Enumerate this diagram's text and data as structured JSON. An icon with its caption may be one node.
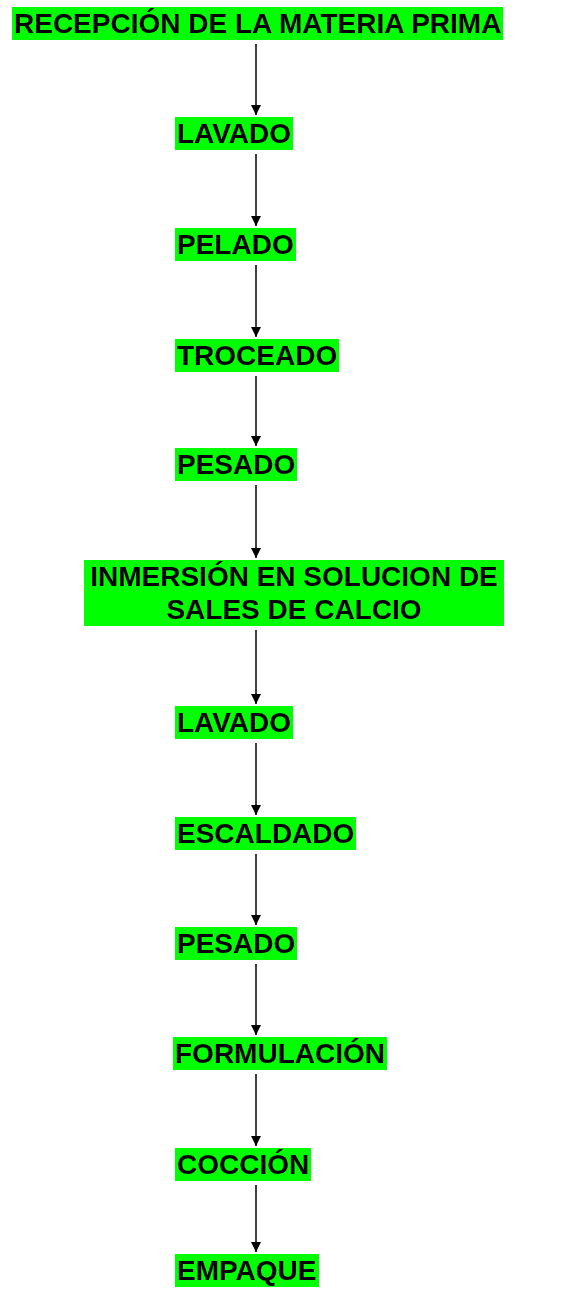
{
  "diagram": {
    "nodes": [
      {
        "text": [
          "RECEPCIÓN DE LA MATERIA PRIMA"
        ]
      },
      {
        "text": [
          "LAVADO"
        ]
      },
      {
        "text": [
          "PELADO"
        ]
      },
      {
        "text": [
          "TROCEADO"
        ]
      },
      {
        "text": [
          "PESADO"
        ]
      },
      {
        "text": [
          "INMERSIÓN EN SOLUCION DE SALES DE CALCIO"
        ]
      },
      {
        "text": [
          "LAVADO"
        ]
      },
      {
        "text": [
          "ESCALDADO"
        ]
      },
      {
        "text": [
          "PESADO"
        ]
      },
      {
        "text": [
          "FORMULACIÓN"
        ]
      },
      {
        "text": [
          "COCCIÓN"
        ]
      },
      {
        "text": [
          "EMPAQUE"
        ]
      }
    ],
    "edges": [
      {
        "from": 0,
        "to": 1,
        "arrow": "to"
      },
      {
        "from": 1,
        "to": 2,
        "arrow": "to"
      },
      {
        "from": 2,
        "to": 3,
        "arrow": "to"
      },
      {
        "from": 3,
        "to": 4,
        "arrow": "to"
      },
      {
        "from": 4,
        "to": 5,
        "arrow": "to"
      },
      {
        "from": 5,
        "to": 6,
        "arrow": "to"
      },
      {
        "from": 6,
        "to": 7,
        "arrow": "to"
      },
      {
        "from": 7,
        "to": 8,
        "arrow": "to"
      },
      {
        "from": 8,
        "to": 9,
        "arrow": "to"
      },
      {
        "from": 9,
        "to": 10,
        "arrow": "to"
      },
      {
        "from": 10,
        "to": 11,
        "arrow": "to"
      }
    ]
  }
}
